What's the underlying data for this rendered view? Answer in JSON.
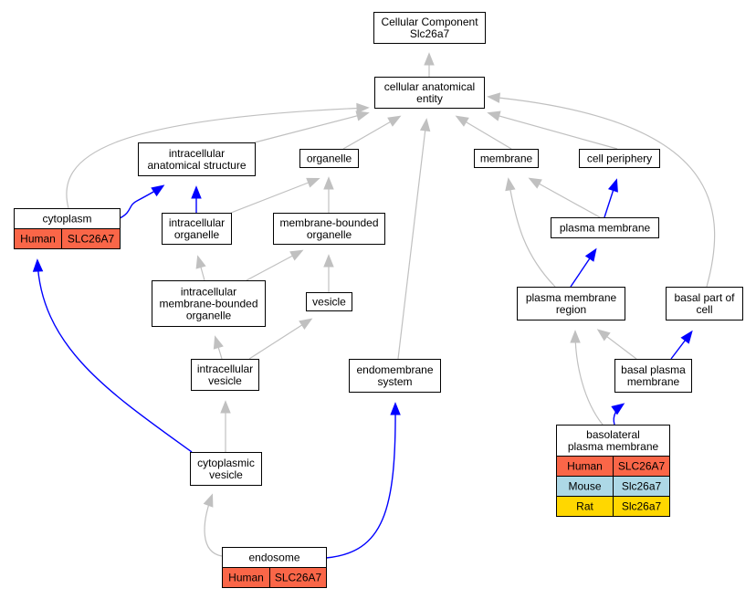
{
  "colors": {
    "is_a_edge": "#c0c0c0",
    "part_of_edge": "#0000ff",
    "Human": "#fa6648",
    "Mouse": "#add8e6",
    "Rat": "#ffd700"
  },
  "nodes": {
    "cellular_component": {
      "lines": [
        "Cellular Component",
        "Slc26a7"
      ]
    },
    "cellular_anatomical_entity": {
      "lines": [
        "cellular anatomical",
        "entity"
      ]
    },
    "intracellular_anatomical_structure": {
      "lines": [
        "intracellular",
        "anatomical structure"
      ]
    },
    "organelle": {
      "lines": [
        "organelle"
      ]
    },
    "membrane": {
      "lines": [
        "membrane"
      ]
    },
    "cell_periphery": {
      "lines": [
        "cell periphery"
      ]
    },
    "cytoplasm": {
      "lines": [
        "cytoplasm"
      ],
      "annotations": [
        {
          "species": "Human",
          "gene": "SLC26A7"
        }
      ]
    },
    "intracellular_organelle": {
      "lines": [
        "intracellular",
        "organelle"
      ]
    },
    "membrane_bounded_organelle": {
      "lines": [
        "membrane-bounded",
        "organelle"
      ]
    },
    "plasma_membrane": {
      "lines": [
        "plasma membrane"
      ]
    },
    "intracellular_membrane_bounded_organelle": {
      "lines": [
        "intracellular",
        "membrane-bounded",
        "organelle"
      ]
    },
    "vesicle": {
      "lines": [
        "vesicle"
      ]
    },
    "plasma_membrane_region": {
      "lines": [
        "plasma membrane",
        "region"
      ]
    },
    "basal_part_of_cell": {
      "lines": [
        "basal part of",
        "cell"
      ]
    },
    "intracellular_vesicle": {
      "lines": [
        "intracellular",
        "vesicle"
      ]
    },
    "endomembrane_system": {
      "lines": [
        "endomembrane",
        "system"
      ]
    },
    "basal_plasma_membrane": {
      "lines": [
        "basal plasma",
        "membrane"
      ]
    },
    "basolateral_plasma_membrane": {
      "lines": [
        "basolateral",
        "plasma membrane"
      ],
      "annotations": [
        {
          "species": "Human",
          "gene": "SLC26A7"
        },
        {
          "species": "Mouse",
          "gene": "Slc26a7"
        },
        {
          "species": "Rat",
          "gene": "Slc26a7"
        }
      ]
    },
    "cytoplasmic_vesicle": {
      "lines": [
        "cytoplasmic",
        "vesicle"
      ]
    },
    "endosome": {
      "lines": [
        "endosome"
      ],
      "annotations": [
        {
          "species": "Human",
          "gene": "SLC26A7"
        }
      ]
    }
  },
  "edges": [
    {
      "from": "cellular_anatomical_entity",
      "to": "cellular_component",
      "type": "is_a"
    },
    {
      "from": "intracellular_anatomical_structure",
      "to": "cellular_anatomical_entity",
      "type": "is_a"
    },
    {
      "from": "organelle",
      "to": "cellular_anatomical_entity",
      "type": "is_a"
    },
    {
      "from": "membrane",
      "to": "cellular_anatomical_entity",
      "type": "is_a"
    },
    {
      "from": "cell_periphery",
      "to": "cellular_anatomical_entity",
      "type": "is_a"
    },
    {
      "from": "cytoplasm",
      "to": "cellular_anatomical_entity",
      "type": "is_a"
    },
    {
      "from": "endomembrane_system",
      "to": "cellular_anatomical_entity",
      "type": "is_a"
    },
    {
      "from": "basal_part_of_cell",
      "to": "cellular_anatomical_entity",
      "type": "is_a"
    },
    {
      "from": "cytoplasm",
      "to": "intracellular_anatomical_structure",
      "type": "part_of"
    },
    {
      "from": "intracellular_organelle",
      "to": "intracellular_anatomical_structure",
      "type": "part_of"
    },
    {
      "from": "intracellular_organelle",
      "to": "organelle",
      "type": "is_a"
    },
    {
      "from": "membrane_bounded_organelle",
      "to": "organelle",
      "type": "is_a"
    },
    {
      "from": "plasma_membrane",
      "to": "membrane",
      "type": "is_a"
    },
    {
      "from": "plasma_membrane",
      "to": "cell_periphery",
      "type": "part_of"
    },
    {
      "from": "plasma_membrane_region",
      "to": "membrane",
      "type": "is_a"
    },
    {
      "from": "plasma_membrane_region",
      "to": "plasma_membrane",
      "type": "part_of"
    },
    {
      "from": "intracellular_membrane_bounded_organelle",
      "to": "intracellular_organelle",
      "type": "is_a"
    },
    {
      "from": "intracellular_membrane_bounded_organelle",
      "to": "membrane_bounded_organelle",
      "type": "is_a"
    },
    {
      "from": "vesicle",
      "to": "membrane_bounded_organelle",
      "type": "is_a"
    },
    {
      "from": "intracellular_vesicle",
      "to": "intracellular_membrane_bounded_organelle",
      "type": "is_a"
    },
    {
      "from": "intracellular_vesicle",
      "to": "vesicle",
      "type": "is_a"
    },
    {
      "from": "cytoplasmic_vesicle",
      "to": "intracellular_vesicle",
      "type": "is_a"
    },
    {
      "from": "cytoplasmic_vesicle",
      "to": "cytoplasm",
      "type": "part_of"
    },
    {
      "from": "endosome",
      "to": "cytoplasmic_vesicle",
      "type": "is_a"
    },
    {
      "from": "endosome",
      "to": "endomembrane_system",
      "type": "part_of"
    },
    {
      "from": "basal_plasma_membrane",
      "to": "plasma_membrane_region",
      "type": "is_a"
    },
    {
      "from": "basal_plasma_membrane",
      "to": "basal_part_of_cell",
      "type": "part_of"
    },
    {
      "from": "basolateral_plasma_membrane",
      "to": "plasma_membrane_region",
      "type": "is_a"
    },
    {
      "from": "basolateral_plasma_membrane",
      "to": "basal_plasma_membrane",
      "type": "part_of"
    }
  ]
}
